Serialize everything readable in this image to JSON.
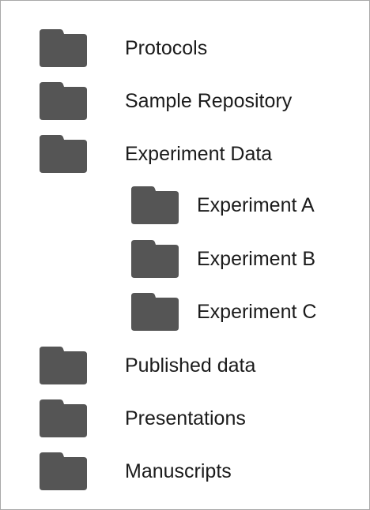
{
  "folders": [
    {
      "label": "Protocols",
      "icon": "folder-icon",
      "level": 0
    },
    {
      "label": "Sample Repository",
      "icon": "folder-icon",
      "level": 0
    },
    {
      "label": "Experiment Data",
      "icon": "folder-icon",
      "level": 0
    },
    {
      "label": "Experiment A",
      "icon": "folder-icon",
      "level": 1
    },
    {
      "label": "Experiment B",
      "icon": "folder-icon",
      "level": 1
    },
    {
      "label": "Experiment C",
      "icon": "folder-icon",
      "level": 1
    },
    {
      "label": "Published data",
      "icon": "folder-icon",
      "level": 0
    },
    {
      "label": "Presentations",
      "icon": "folder-icon",
      "level": 0
    },
    {
      "label": "Manuscripts",
      "icon": "folder-icon",
      "level": 0
    }
  ],
  "colors": {
    "folder": "#555555",
    "text": "#1b1b1b",
    "border": "#a8a8a8",
    "background": "#ffffff"
  }
}
